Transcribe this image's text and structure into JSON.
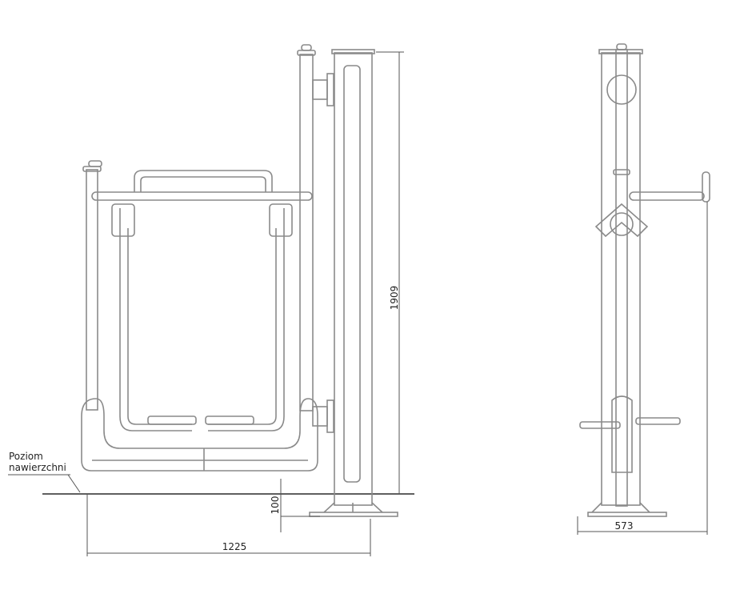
{
  "labels": {
    "surface_level_line1": "Poziom",
    "surface_level_line2": "nawierzchni"
  },
  "dimensions": {
    "height": "1909",
    "foundation_depth": "100",
    "width_front": "1225",
    "width_side": "573"
  }
}
